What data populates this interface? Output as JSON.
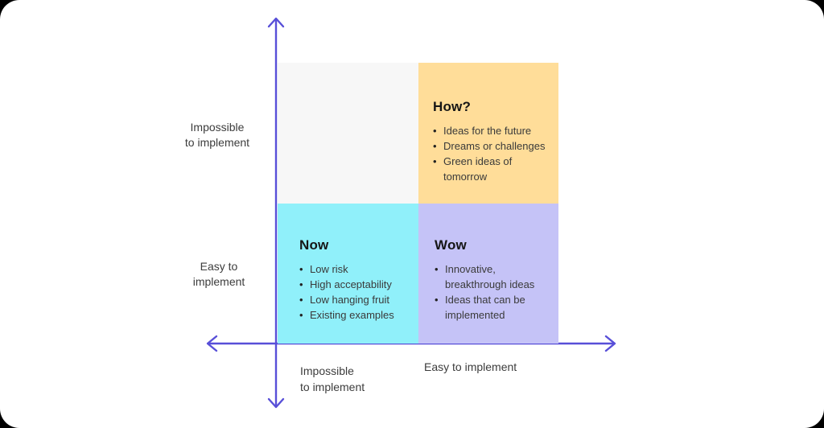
{
  "colors": {
    "axis": "#584FD8",
    "quadrant_empty": "#F7F7F7",
    "quadrant_how": "#FFDD99",
    "quadrant_now": "#90F0FA",
    "quadrant_wow": "#C5C3F7",
    "card_background": "#FFFFFF",
    "outer_background": "#000000",
    "title_text": "#161616",
    "body_text": "#3A3A3A"
  },
  "quadrants": {
    "empty": {
      "title": "",
      "bullets": []
    },
    "how": {
      "title": "How?",
      "bullets": [
        "Ideas for the future",
        "Dreams or challenges",
        "Green ideas of tomorrow"
      ]
    },
    "now": {
      "title": "Now",
      "bullets": [
        "Low risk",
        "High acceptability",
        "Low hanging fruit",
        "Existing examples"
      ]
    },
    "wow": {
      "title": "Wow",
      "bullets": [
        "Innovative, breakthrough ideas",
        "Ideas that can be implemented"
      ]
    }
  },
  "axis_labels": {
    "y_top_line1": "Impossible",
    "y_top_line2": "to implement",
    "y_bottom_line1": "Easy to",
    "y_bottom_line2": "implement",
    "x_left_line1": "Impossible",
    "x_left_line2": "to implement",
    "x_right": "Easy to implement"
  }
}
